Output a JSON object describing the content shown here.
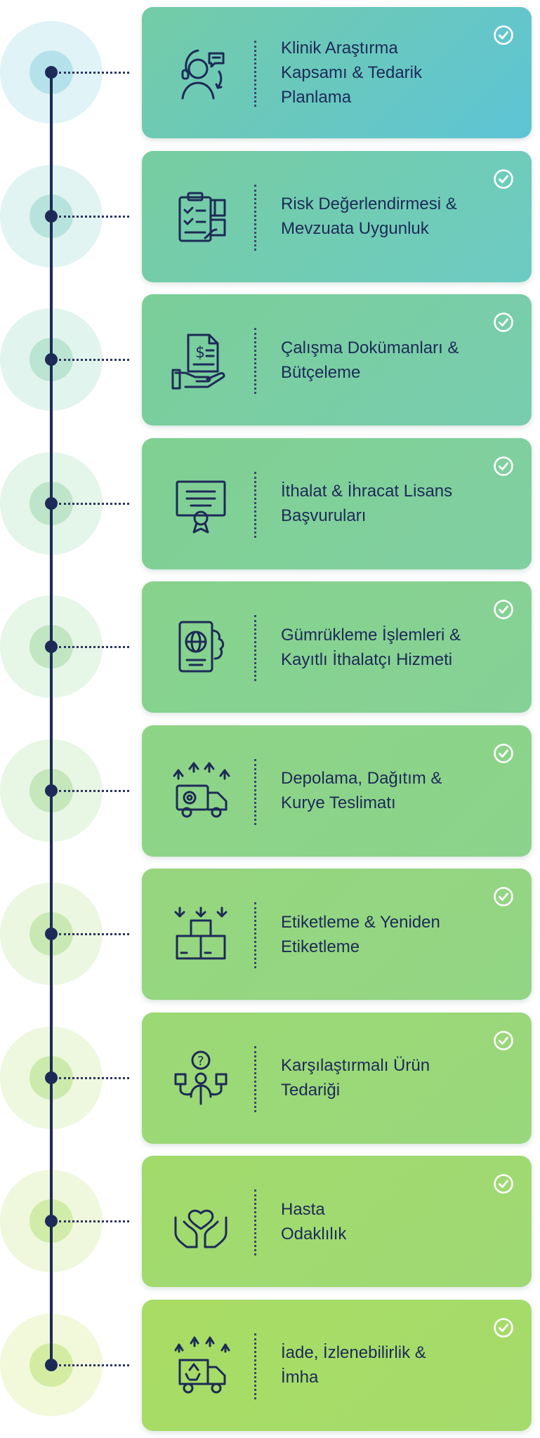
{
  "colors": {
    "line": "#1d2a57",
    "text": "#1d2a57",
    "check": "#ffffff"
  },
  "steps": [
    {
      "title": "Klinik Araştırma\nKapsamı & Tedarik\nPlanlama",
      "icon": "customer-support-icon",
      "card_from": "#74cca6",
      "card_to": "#5ec4d6",
      "halo": "#e0f3f7",
      "halo_inner": "#b5e2ea"
    },
    {
      "title": "Risk Değerlendirmesi &\nMevzuata Uygunluk",
      "icon": "checklist-icon",
      "card_from": "#77cda0",
      "card_to": "#6ccbc4",
      "halo": "#e1f4f2",
      "halo_inner": "#b8e3dc"
    },
    {
      "title": "Çalışma Dokümanları &\nBütçeleme",
      "icon": "budget-document-icon",
      "card_from": "#7bce98",
      "card_to": "#78cdb0",
      "halo": "#e2f4ee",
      "halo_inner": "#bbe4d2"
    },
    {
      "title": "İthalat & İhracat Lisans\nBaşvuruları",
      "icon": "certificate-icon",
      "card_from": "#80d092",
      "card_to": "#80cfa2",
      "halo": "#e4f5ea",
      "halo_inner": "#bee5c9"
    },
    {
      "title": "Gümrükleme İşlemleri &\nKayıtlı İthalatçı Hizmeti",
      "icon": "passport-icon",
      "card_from": "#87d28c",
      "card_to": "#85d196",
      "halo": "#e6f6e7",
      "halo_inner": "#c1e6c1"
    },
    {
      "title": "Depolama, Dağıtım &\nKurye Teslimatı",
      "icon": "delivery-truck-icon",
      "card_from": "#8ed486",
      "card_to": "#8bd38c",
      "halo": "#e8f6e4",
      "halo_inner": "#c5e7bb"
    },
    {
      "title": "Etiketleme & Yeniden\nEtiketleme",
      "icon": "boxes-icon",
      "card_from": "#96d67e",
      "card_to": "#92d584",
      "halo": "#ebf7e1",
      "halo_inner": "#c9e9b4"
    },
    {
      "title": "Karşılaştırmalı Ürün\nTedariği",
      "icon": "comparison-person-icon",
      "card_from": "#9cd874",
      "card_to": "#99d77c",
      "halo": "#edf8de",
      "halo_inner": "#cdeaad"
    },
    {
      "title": "Hasta\nOdaklılık",
      "icon": "heart-hands-icon",
      "card_from": "#a2da6c",
      "card_to": "#9fd974",
      "halo": "#eff8dc",
      "halo_inner": "#d1eba8"
    },
    {
      "title": "İade, İzlenebilirlik &\nİmha",
      "icon": "recycling-truck-icon",
      "card_from": "#a8dc64",
      "card_to": "#a5db6c",
      "halo": "#f1f9da",
      "halo_inner": "#d4eca2"
    }
  ]
}
